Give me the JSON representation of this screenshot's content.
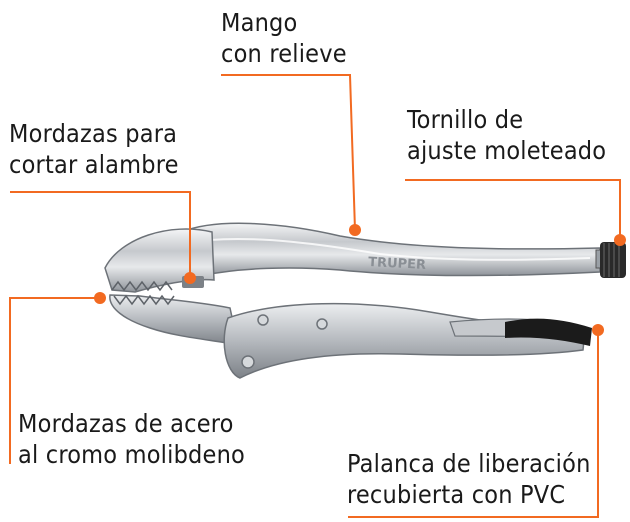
{
  "callouts": {
    "handle": {
      "line1": "Mango",
      "line2": "con relieve"
    },
    "adjust_screw": {
      "line1": "Tornillo de",
      "line2": "ajuste moleteado"
    },
    "wire_cutter": {
      "line1": "Mordazas para",
      "line2": "cortar alambre"
    },
    "jaws": {
      "line1": "Mordazas de acero",
      "line2": "al cromo molibdeno"
    },
    "release_lever": {
      "line1": "Palanca de liberación",
      "line2": "recubierta con PVC"
    }
  },
  "brand": "TRUPER",
  "colors": {
    "leader": "#f26a21",
    "text": "#1a1a1a",
    "steel": "#c9ccd0",
    "grip": "#1b1b1b"
  }
}
